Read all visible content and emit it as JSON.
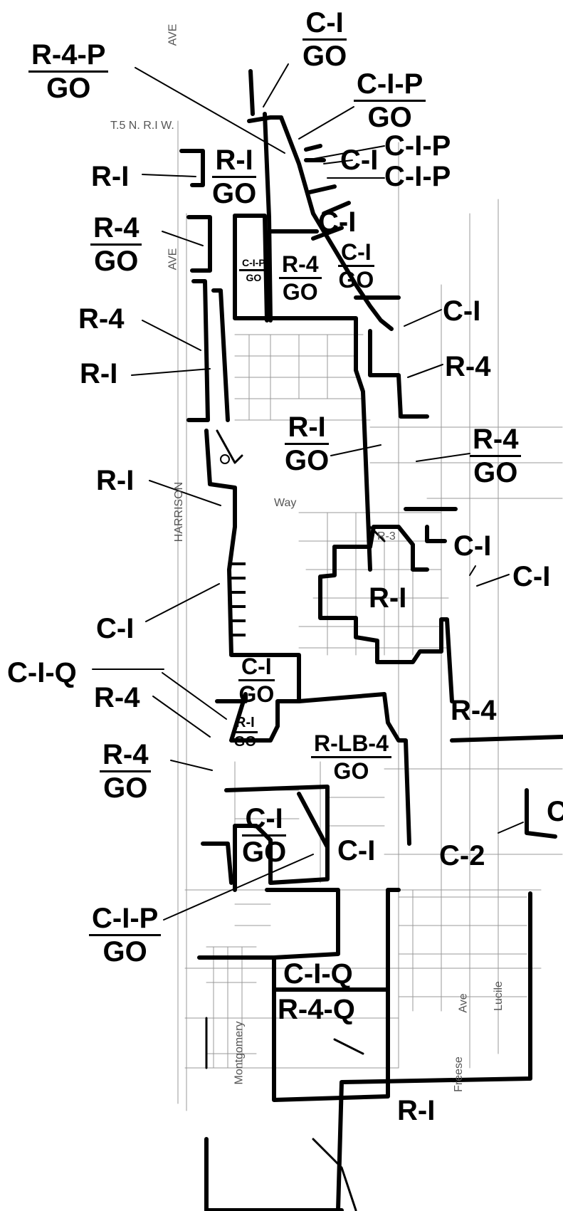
{
  "map": {
    "labels": {
      "c1_top": {
        "top": "C-I",
        "bot": "GO"
      },
      "r4p_go": {
        "top": "R-4-P",
        "bot": "GO"
      },
      "c1p_go_a": {
        "top": "C-I-P",
        "bot": "GO"
      },
      "c1p_1": "C-I-P",
      "c1_inline": "C-I",
      "c1p_2": "C-I-P",
      "r1_a": "R-I",
      "r1_go_a": {
        "top": "R-I",
        "bot": "GO"
      },
      "r4_go_a": {
        "top": "R-4",
        "bot": "GO"
      },
      "c1_plain_a": "C-I",
      "c1_go_b": {
        "top": "C-I",
        "bot": "GO"
      },
      "c1p_go_small": {
        "top": "C-I-P",
        "bot": "GO"
      },
      "r4_go_b": {
        "top": "R-4",
        "bot": "GO"
      },
      "c1_right": "C-I",
      "r4_a": "R-4",
      "r1_b": "R-I",
      "r4_right": "R-4",
      "r1_go_c": {
        "top": "R-I",
        "bot": "GO"
      },
      "r4_go_c": {
        "top": "R-4",
        "bot": "GO"
      },
      "r1_c": "R-I",
      "c1_d": "C-I",
      "c1_e": "C-I",
      "r1_center": "R-I",
      "c1_f": "C-I",
      "c1q_a": "C-I-Q",
      "r4_b": "R-4",
      "c1_go_g": {
        "top": "C-I",
        "bot": "GO"
      },
      "r1_go_small": {
        "top": "R-I",
        "bot": "GO"
      },
      "rlb4_go": {
        "top": "R-LB-4",
        "bot": "GO"
      },
      "r4_c": "R-4",
      "r4_go_d": {
        "top": "R-4",
        "bot": "GO"
      },
      "c1_go_h": {
        "top": "C-I",
        "bot": "GO"
      },
      "c1_i": "C-I",
      "c2": "C-2",
      "c_edge": "C",
      "c1p_go_b": {
        "top": "C-I-P",
        "bot": "GO"
      },
      "c1q_b": "C-I-Q",
      "r4q": "R-4-Q",
      "r1_bottom": "R-I",
      "r3": "R-3"
    },
    "street_labels": {
      "township": "T.5 N. R.I W.",
      "ave_top": "AVE",
      "ave_left": "AVE",
      "harrison": "HARRISON",
      "way": "Way",
      "montgomery": "Montgomery",
      "freese": "Freese",
      "ave_right": "Ave",
      "lucile": "Lucile"
    }
  },
  "colors": {
    "ink": "#000000",
    "background": "#ffffff",
    "faint_ink": "#555555"
  }
}
